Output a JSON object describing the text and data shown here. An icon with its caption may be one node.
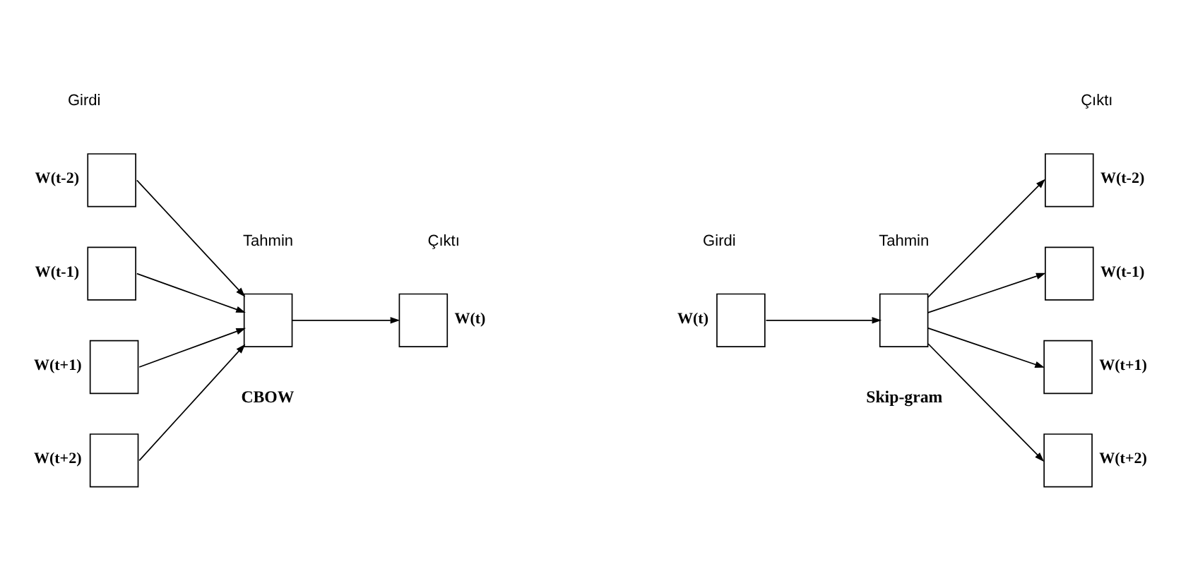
{
  "diagram": {
    "nodes": [
      {
        "text": [],
        "shape": "box",
        "beside": [
          "W(t-2)"
        ]
      },
      {
        "text": [],
        "shape": "box",
        "beside": [
          "W(t-1)"
        ]
      },
      {
        "text": [],
        "shape": "box",
        "beside": [
          "W(t+1)"
        ]
      },
      {
        "text": [],
        "shape": "box",
        "beside": [
          "W(t+2)"
        ]
      },
      {
        "text": [],
        "shape": "box"
      },
      {
        "text": [],
        "shape": "box",
        "beside": [
          "W(t)"
        ]
      },
      {
        "text": [],
        "shape": "box",
        "beside": [
          "W(t)"
        ]
      },
      {
        "text": [],
        "shape": "box"
      },
      {
        "text": [],
        "shape": "box",
        "beside": [
          "W(t-2)"
        ]
      },
      {
        "text": [],
        "shape": "box",
        "beside": [
          "W(t-1)"
        ]
      },
      {
        "text": [],
        "shape": "box",
        "beside": [
          "W(t+1)"
        ]
      },
      {
        "text": [],
        "shape": "box",
        "beside": [
          "W(t+2)"
        ]
      }
    ],
    "edges": [
      {
        "from": 0,
        "to": 4,
        "arrow": "to"
      },
      {
        "from": 1,
        "to": 4,
        "arrow": "to"
      },
      {
        "from": 2,
        "to": 4,
        "arrow": "to"
      },
      {
        "from": 3,
        "to": 4,
        "arrow": "to"
      },
      {
        "from": 4,
        "to": 5,
        "arrow": "to"
      },
      {
        "from": 6,
        "to": 7,
        "arrow": "to"
      },
      {
        "from": 7,
        "to": 8,
        "arrow": "to"
      },
      {
        "from": 7,
        "to": 9,
        "arrow": "to"
      },
      {
        "from": 7,
        "to": 10,
        "arrow": "to"
      },
      {
        "from": 7,
        "to": 11,
        "arrow": "to"
      }
    ],
    "labels": [
      "Girdi",
      "Tahmin",
      "Çıktı",
      "Girdi",
      "Tahmin",
      "Çıktı",
      "CBOW",
      "Skip-gram"
    ]
  }
}
